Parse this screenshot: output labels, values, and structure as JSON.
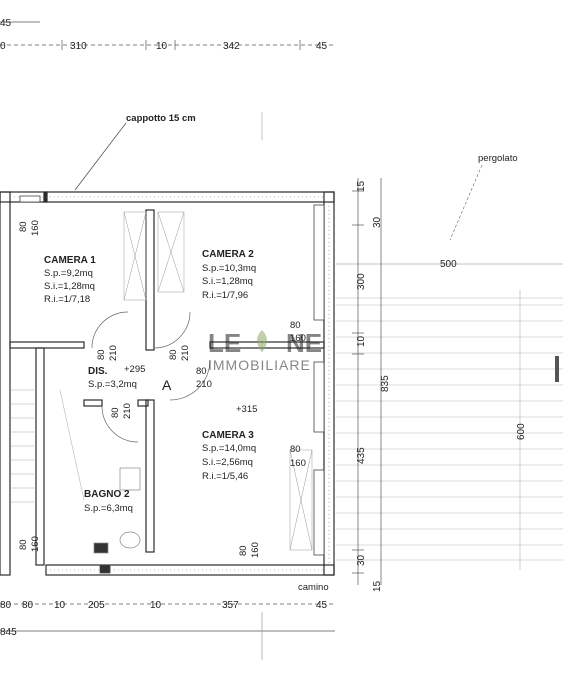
{
  "top_dims": {
    "row1_left": "45",
    "row2": [
      "0",
      "310",
      "10",
      "342",
      "45"
    ]
  },
  "bottom_dims": {
    "row1": [
      "80",
      "80",
      "10",
      "205",
      "10",
      "357",
      "45"
    ],
    "row2_left": "845"
  },
  "right_dims": [
    "15",
    "30",
    "300",
    "10",
    "835",
    "435",
    "30",
    "15",
    "600"
  ],
  "pergola_width": "500",
  "labels": {
    "cappotto": "cappotto 15 cm",
    "pergolato": "pergolato",
    "camino": "camino",
    "door_a": "A"
  },
  "rooms": [
    {
      "name": "CAMERA 1",
      "sp": "S.p.=9,2mq",
      "si": "S.i.=1,28mq",
      "ri": "R.i.=1/7,18"
    },
    {
      "name": "CAMERA 2",
      "sp": "S.p.=10,3mq",
      "si": "S.i.=1,28mq",
      "ri": "R.i.=1/7,96"
    },
    {
      "name": "DIS.",
      "sp": "S.p.=3,2mq"
    },
    {
      "name": "CAMERA 3",
      "sp": "S.p.=14,0mq",
      "si": "S.i.=2,56mq",
      "ri": "R.i.=1/5,46"
    },
    {
      "name": "BAGNO 2",
      "sp": "S.p.=6,3mq"
    }
  ],
  "levels": [
    "+295",
    "+315"
  ],
  "openings": [
    {
      "w": "80",
      "h": "160"
    },
    {
      "w": "80",
      "h": "160"
    },
    {
      "w": "80",
      "h": "210"
    },
    {
      "w": "80",
      "h": "210"
    },
    {
      "w": "80",
      "h": "210"
    },
    {
      "w": "80",
      "h": "210"
    },
    {
      "w": "80",
      "h": "160"
    },
    {
      "w": "80",
      "h": "160"
    },
    {
      "w": "80",
      "h": "160"
    }
  ],
  "watermark": {
    "line1_a": "LE",
    "line1_b": "NE",
    "line2": "IMMOBILIARE"
  },
  "colors": {
    "line": "#333333",
    "wall": "#2b2b2b",
    "watermark": "#9a9a9a",
    "accent": "#d6d6d6"
  }
}
